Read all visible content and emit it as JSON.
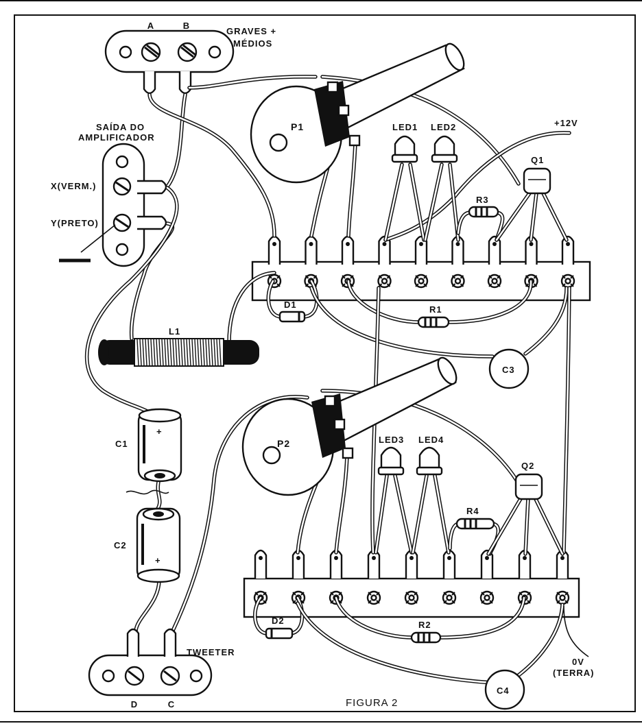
{
  "figure": {
    "caption": "FIGURA 2",
    "labels": {
      "terminal_a": "A",
      "terminal_b": "B",
      "graves_line1": "GRAVES +",
      "graves_line2": "MÉDIOS",
      "saida_line1": "SAÍDA DO",
      "saida_line2": "AMPLIFICADOR",
      "x_verm": "X(VERM.)",
      "y_preto": "Y(PRETO)",
      "p1": "P1",
      "p2": "P2",
      "led1": "LED1",
      "led2": "LED2",
      "led3": "LED3",
      "led4": "LED4",
      "plus12": "+12V",
      "q1": "Q1",
      "q2": "Q2",
      "r1": "R1",
      "r2": "R2",
      "r3": "R3",
      "r4": "R4",
      "d1": "D1",
      "d2": "D2",
      "l1": "L1",
      "c1": "C1",
      "c2": "C2",
      "c3": "C3",
      "c4": "C4",
      "c1_plus": "+",
      "c2_plus": "+",
      "tweeter": "TWEETER",
      "terminal_d": "D",
      "terminal_c": "C",
      "ov_line1": "0V",
      "ov_line2": "(TERRA)"
    }
  }
}
